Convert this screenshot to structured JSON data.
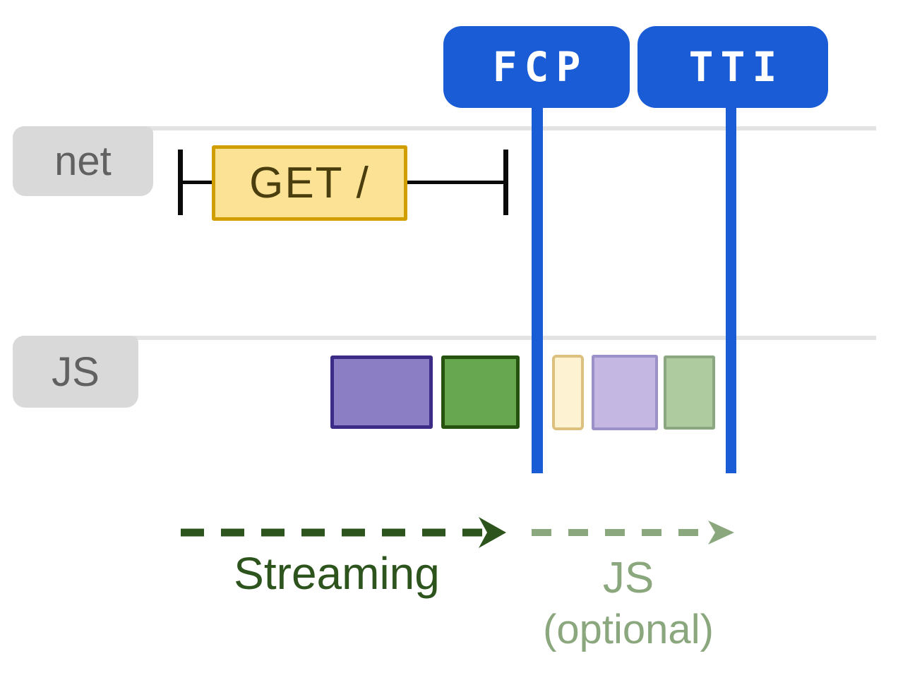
{
  "colors": {
    "blue": "#1a5cd6",
    "lane-line": "#e3e3e3",
    "label-bg": "#d9d9d9",
    "label-text": "#616161",
    "black": "#0a0a0a",
    "req-fill": "#fce295",
    "req-border": "#d19e00",
    "req-text": "#4a3d0e",
    "purple-fill": "#8c7ec5",
    "purple-border": "#3c2c87",
    "green-fill": "#66a750",
    "green-border": "#26530f",
    "fy-fill": "#fdf3d3",
    "fy-border": "#ddc07e",
    "fp-fill": "#c4b8e2",
    "fp-border": "#9c90c8",
    "fg-fill": "#adcb9e",
    "fg-border": "#8aa781",
    "dark-green": "#2d541c",
    "sage": "#8ba77d"
  },
  "markers": {
    "fcp": "FCP",
    "tti": "TTI"
  },
  "lanes": {
    "net": "net",
    "js": "JS"
  },
  "network": {
    "request_label": "GET /"
  },
  "js_tasks": [
    {
      "phase": "streaming",
      "color_name": "purple",
      "style": "solid"
    },
    {
      "phase": "streaming",
      "color_name": "green",
      "style": "solid"
    },
    {
      "phase": "optional-js",
      "color_name": "yellow",
      "style": "faded"
    },
    {
      "phase": "optional-js",
      "color_name": "purple",
      "style": "faded"
    },
    {
      "phase": "optional-js",
      "color_name": "green",
      "style": "faded"
    }
  ],
  "phases": {
    "streaming_label": "Streaming",
    "js_label": "JS",
    "js_sublabel": "(optional)"
  }
}
